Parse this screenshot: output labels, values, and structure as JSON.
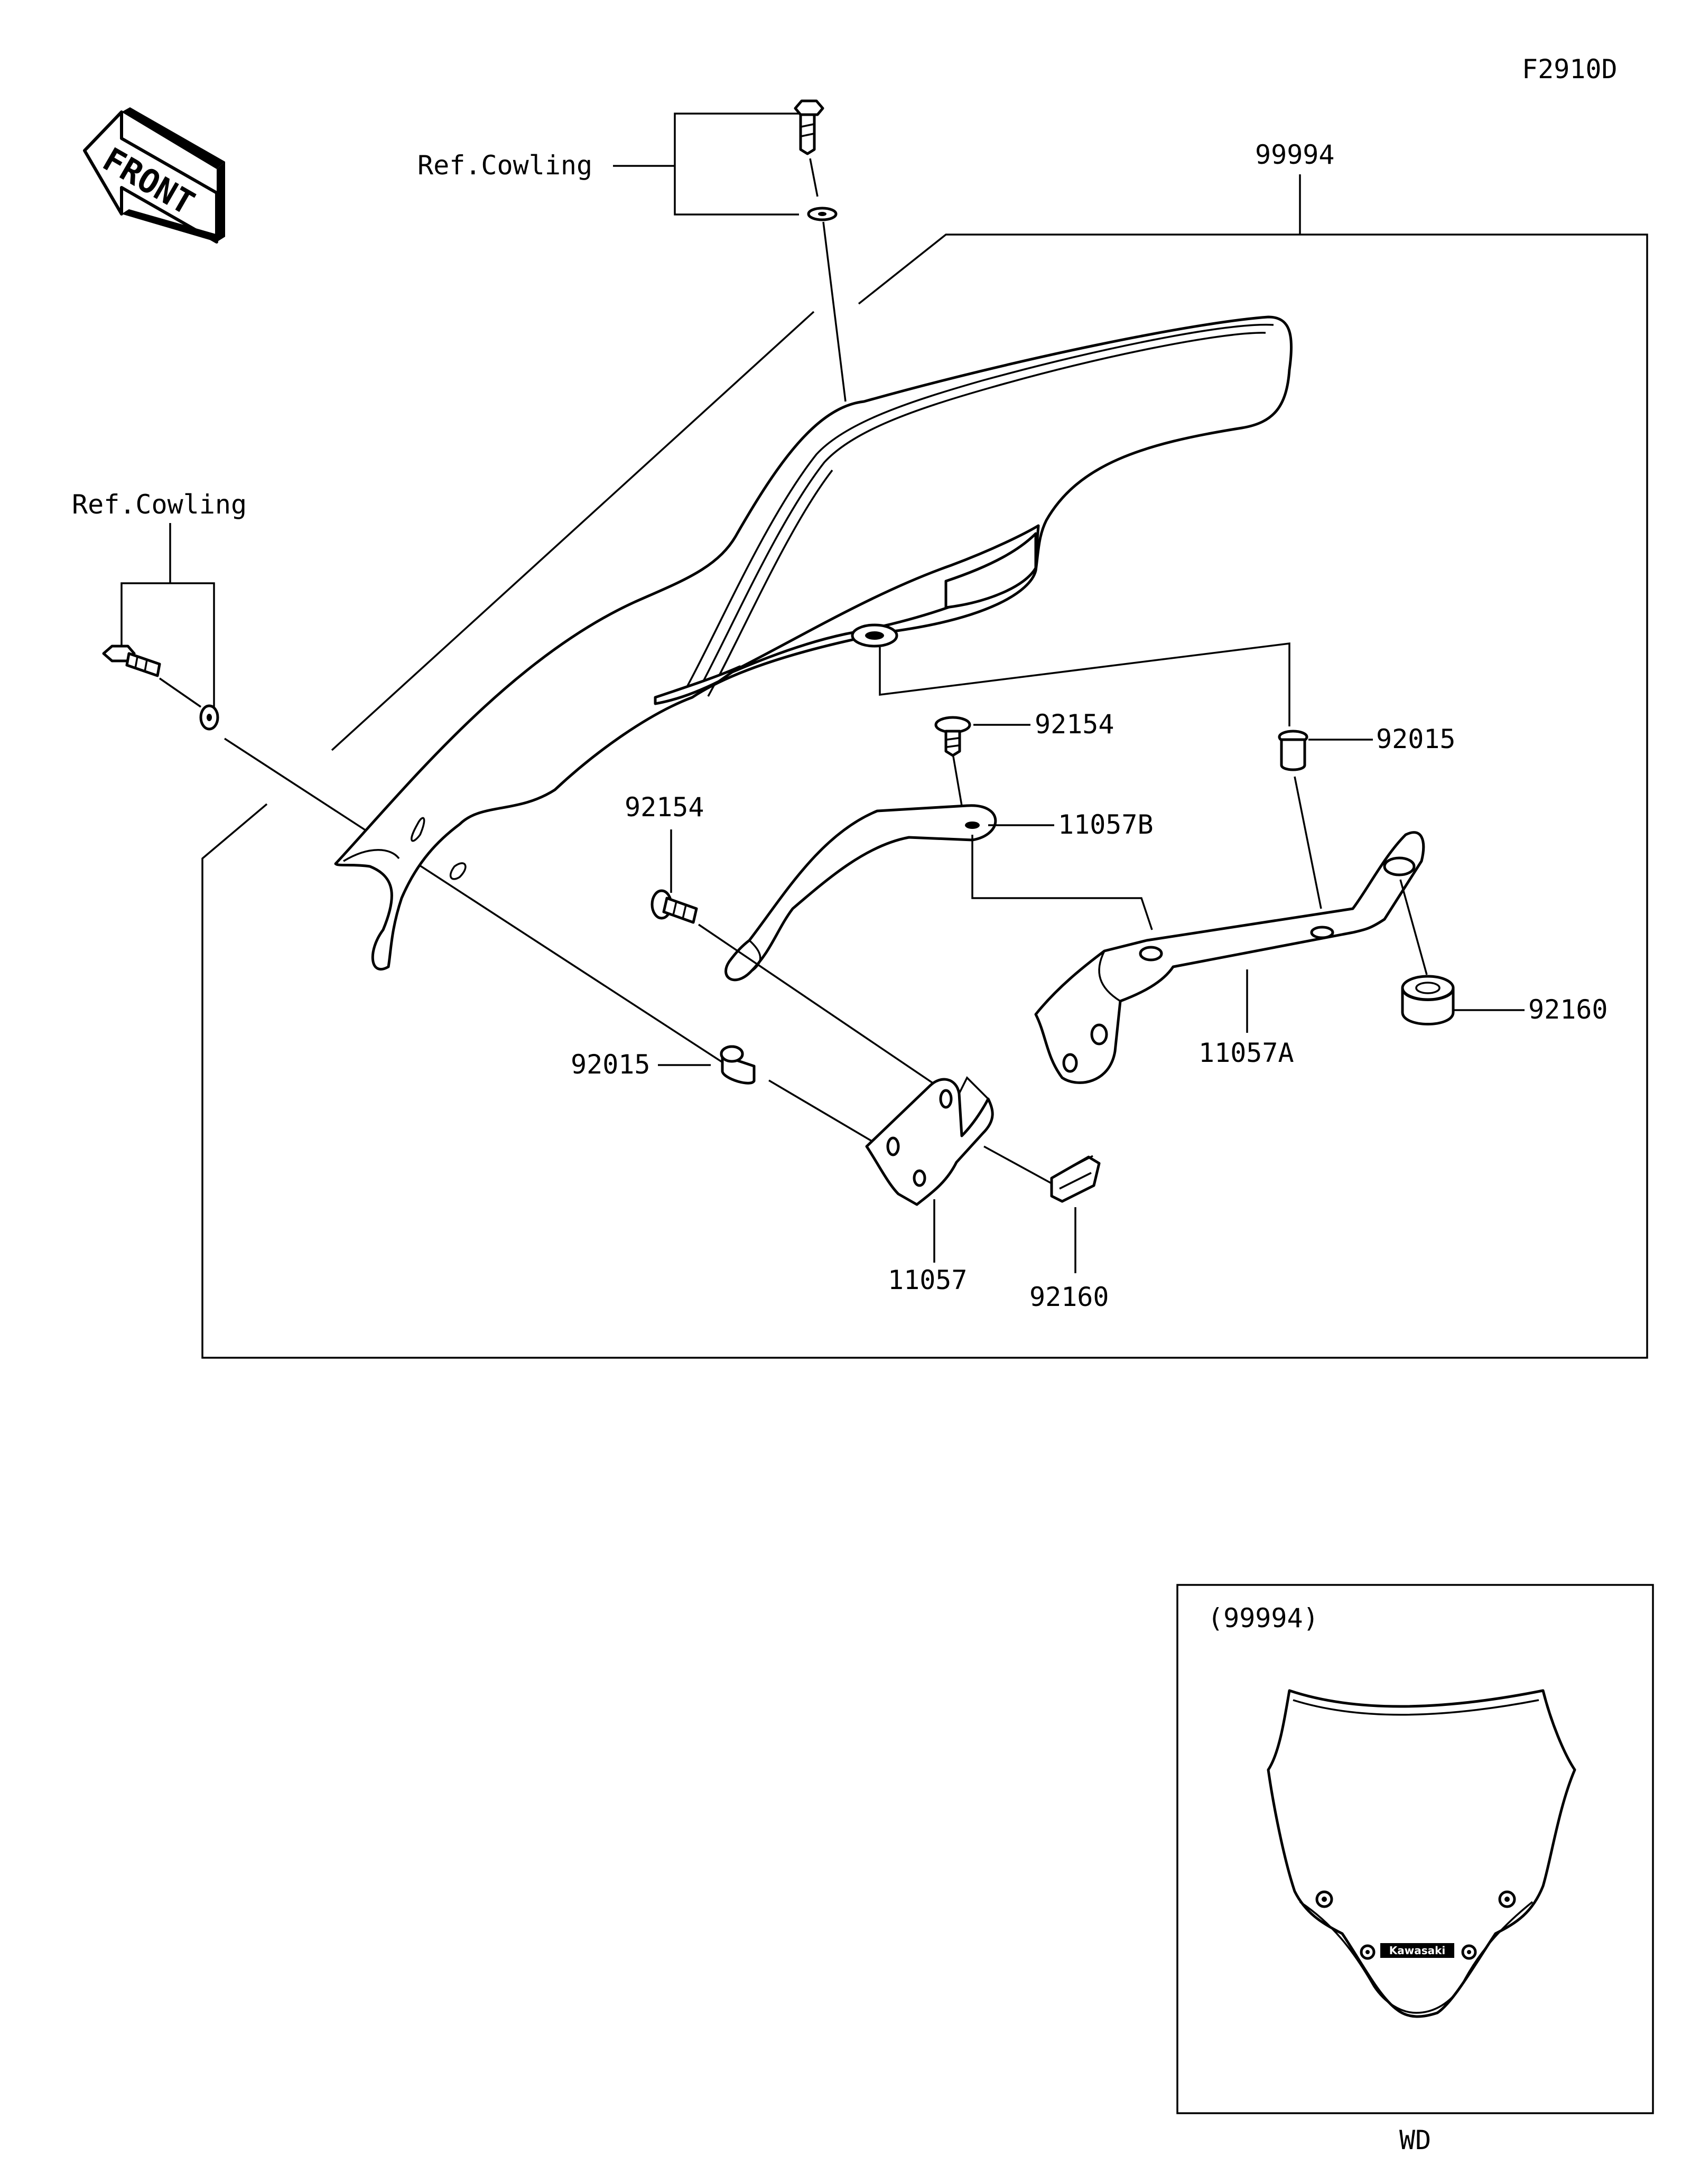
{
  "figure_code": "F2910D",
  "front_arrow_label": "FRONT",
  "ref_labels": [
    "Ref.Cowling",
    "Ref.Cowling"
  ],
  "part_labels": {
    "windshield_assembly": "99994",
    "screw_upper": "92154",
    "screw_left": "92154",
    "collar_right": "92015",
    "collar_left": "92015",
    "bracket_b": "11057B",
    "bracket_a": "11057A",
    "bracket": "11057",
    "grommet_right": "92160",
    "grommet_lower": "92160"
  },
  "inset": {
    "title": "(99994)",
    "logo_text": "Kawasaki",
    "caption": "WD"
  }
}
